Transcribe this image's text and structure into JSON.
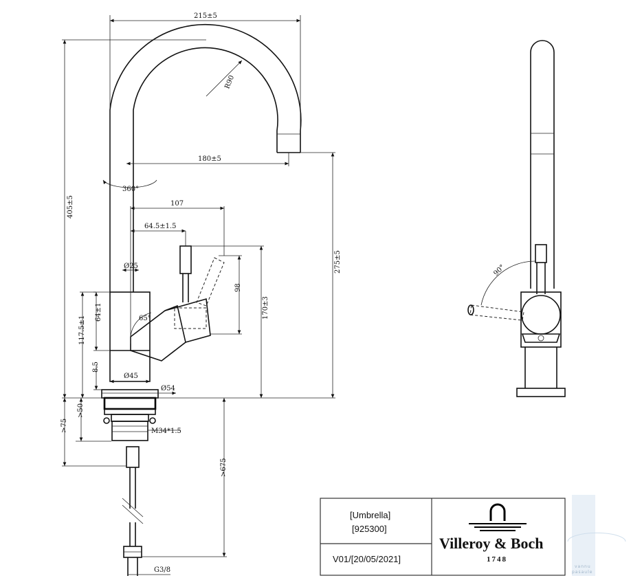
{
  "dimensions": {
    "width_top": "215±5",
    "radius": "R90",
    "spout_reach": "180±5",
    "rotation": "360°",
    "height_total": "405±5",
    "height_spout": "275±5",
    "lever_107": "107",
    "lever_645": "64.5±1.5",
    "lever_98": "98",
    "lever_170": "170±3",
    "body_dia": "Ø25",
    "lever_angle": "65°",
    "body_64": "64±1",
    "body_1175": "117.5±1",
    "base_85": "8.5",
    "base_dia45": "Ø45",
    "base_dia54": "Ø54",
    "below_50": ">50",
    "below_75": ">75",
    "thread_m34": "M34*1.5",
    "hose_675": ">675",
    "thread_g38": "G3/8",
    "side_angle": "90°"
  },
  "title_block": {
    "product_name": "[Umbrella]",
    "product_code": "[925300]",
    "version": "V01/[20/05/2021]",
    "brand": "Villeroy & Boch",
    "year": "1748"
  },
  "watermark": {
    "line1": "vannu",
    "line2": "pasaule",
    "color": "#cfdeec"
  }
}
